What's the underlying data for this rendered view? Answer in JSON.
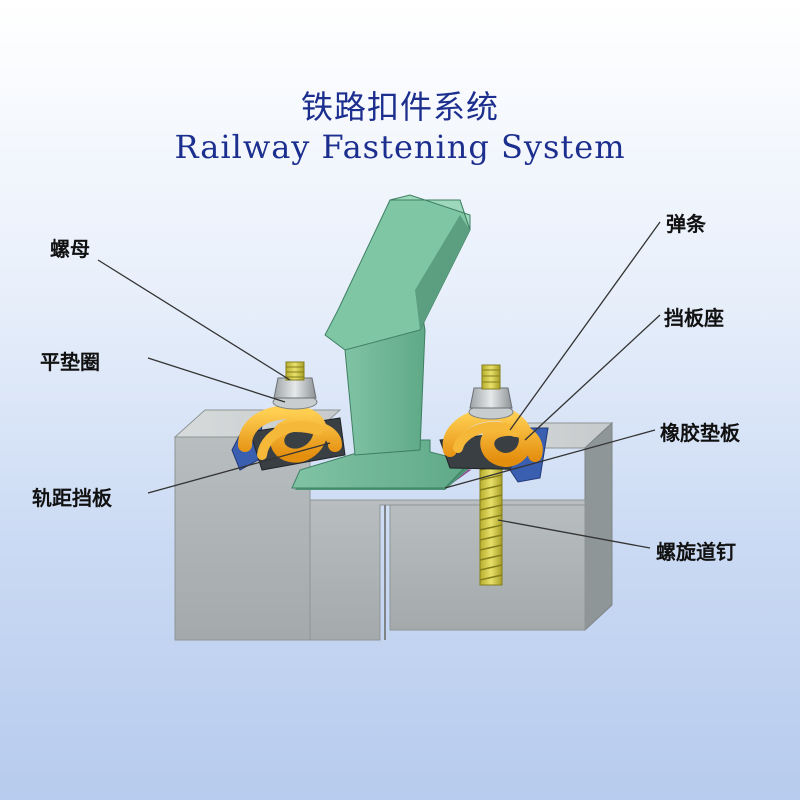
{
  "title": {
    "cn": "铁路扣件系统",
    "en": "Railway Fastening System"
  },
  "labels": {
    "nut": "螺母",
    "flat_washer": "平垫圈",
    "gauge_baffle": "轨距挡板",
    "spring_clip": "弹条",
    "baffle_seat": "挡板座",
    "rubber_pad": "橡胶垫板",
    "screw_spike": "螺旋道钉"
  },
  "colors": {
    "title": "#1c2f8e",
    "rail": "#6fb596",
    "concrete": "#aeb4b5",
    "clip": "#f0a21a",
    "bolt": "#d9d24a",
    "baffle_seat": "#3a5fb0",
    "rubber_pad": "#c868c0"
  }
}
